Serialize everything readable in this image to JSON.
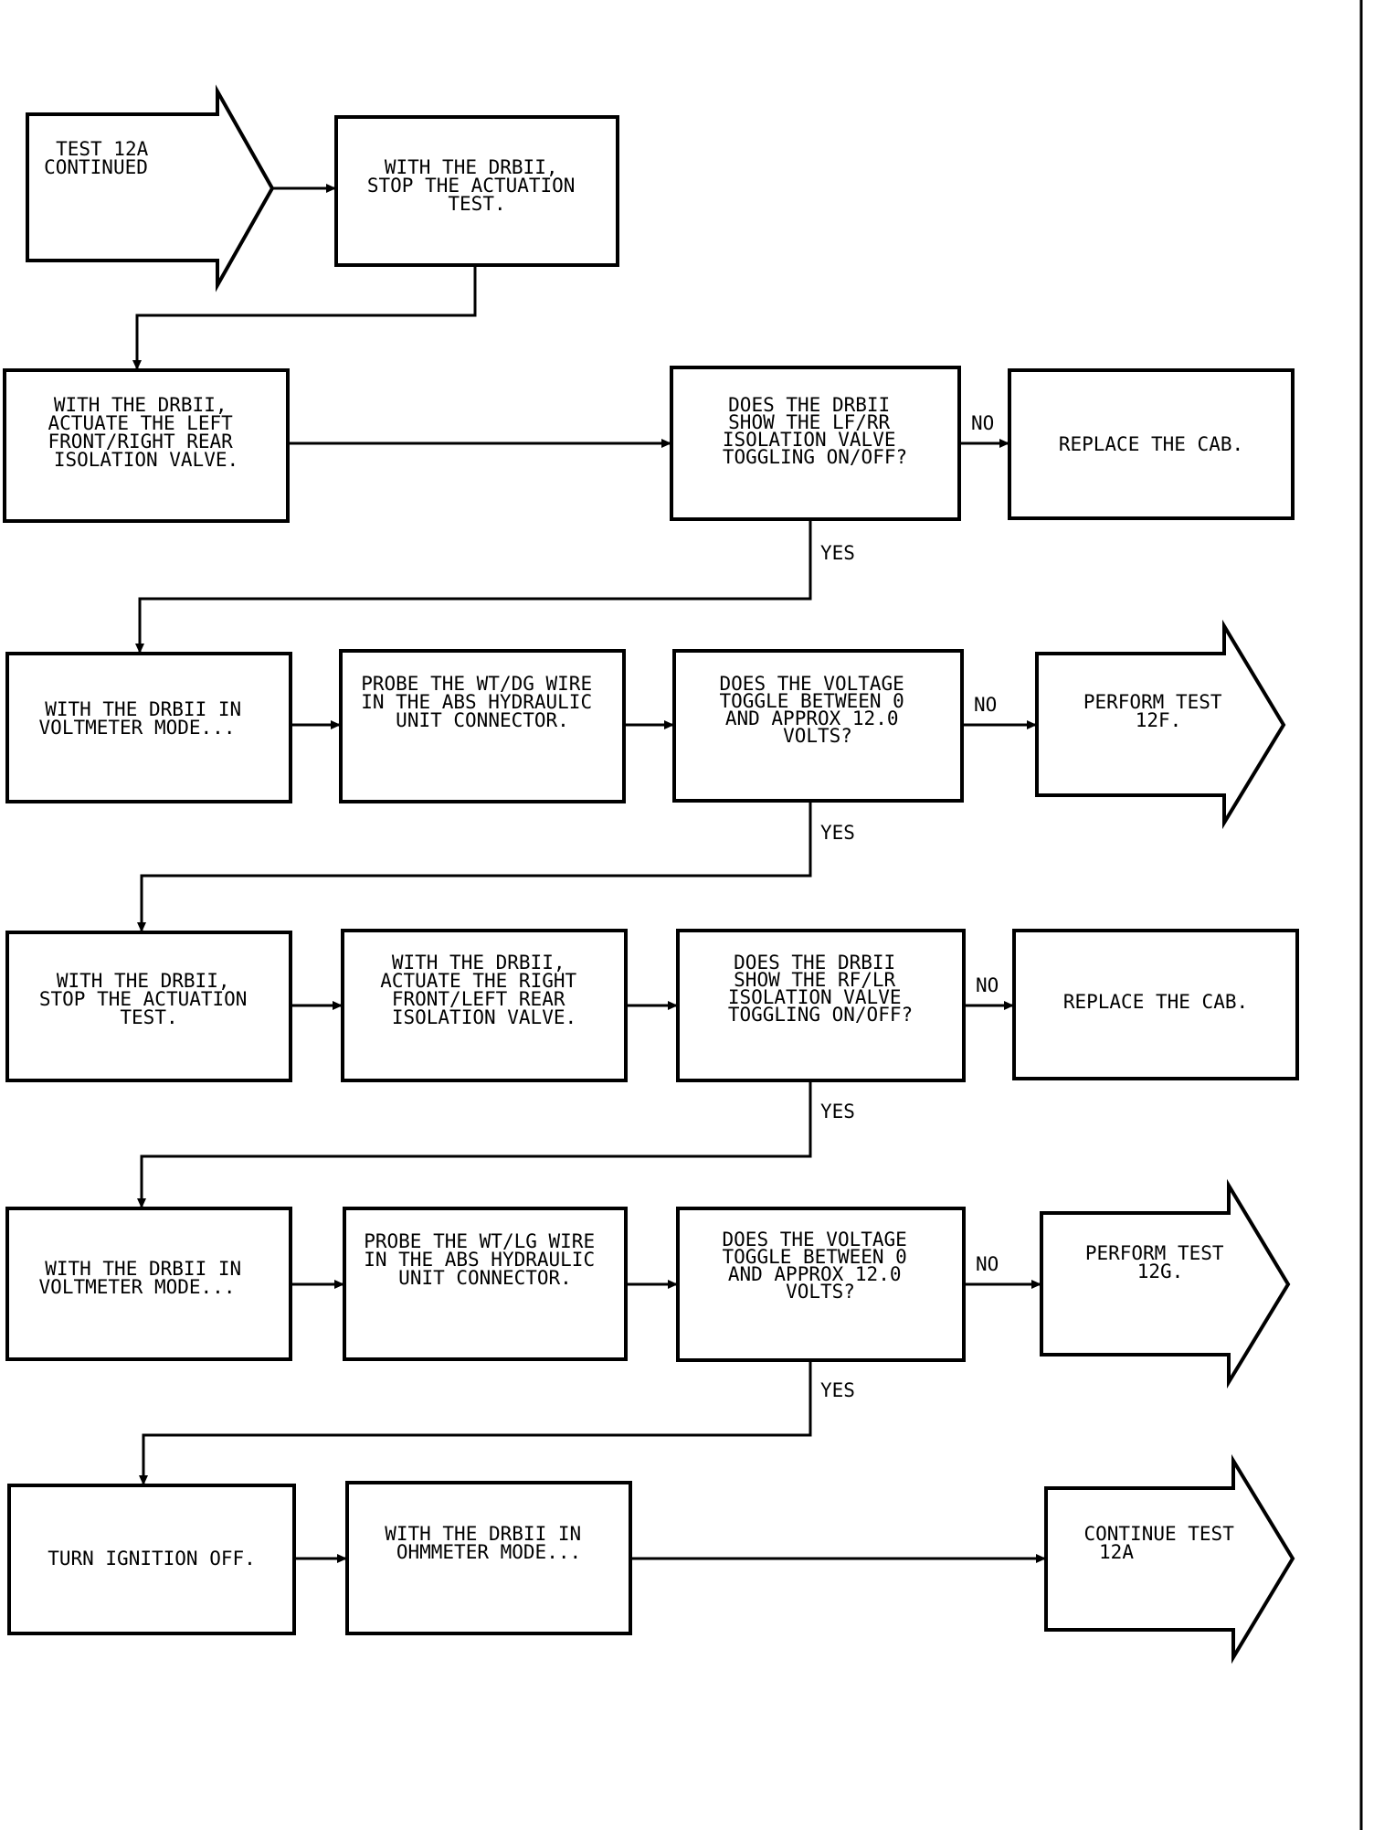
{
  "steps": {
    "start": [
      "TEST 12A",
      "CONTINUED"
    ],
    "r1b": [
      "WITH THE DRBII,",
      "STOP THE ACTUATION",
      "TEST."
    ],
    "r2a": [
      "WITH THE DRBII,",
      "ACTUATE THE LEFT",
      "FRONT/RIGHT REAR",
      "ISOLATION VALVE."
    ],
    "r2b": [
      "DOES THE DRBII",
      "SHOW THE LF/RR",
      "ISOLATION VALVE",
      "TOGGLING ON/OFF?"
    ],
    "r2c": [
      "REPLACE THE CAB."
    ],
    "r3a": [
      "WITH THE DRBII IN",
      "VOLTMETER MODE..."
    ],
    "r3b": [
      "PROBE THE WT/DG WIRE",
      "IN THE ABS HYDRAULIC",
      "UNIT CONNECTOR."
    ],
    "r3c": [
      "DOES THE VOLTAGE",
      "TOGGLE BETWEEN 0",
      "AND APPROX 12.0",
      "VOLTS?"
    ],
    "r3d": [
      "PERFORM TEST",
      "12F."
    ],
    "r4a": [
      "WITH THE DRBII,",
      "STOP THE ACTUATION",
      "TEST."
    ],
    "r4b": [
      "WITH THE DRBII,",
      "ACTUATE THE RIGHT",
      "FRONT/LEFT REAR",
      "ISOLATION VALVE."
    ],
    "r4c": [
      "DOES THE DRBII",
      "SHOW THE RF/LR",
      "ISOLATION VALVE",
      "TOGGLING ON/OFF?"
    ],
    "r4d": [
      "REPLACE THE CAB."
    ],
    "r5a": [
      "WITH THE DRBII IN",
      "VOLTMETER MODE..."
    ],
    "r5b": [
      "PROBE THE WT/LG WIRE",
      "IN THE ABS HYDRAULIC",
      "UNIT CONNECTOR."
    ],
    "r5c": [
      "DOES THE VOLTAGE",
      "TOGGLE BETWEEN 0",
      "AND APPROX 12.0",
      "VOLTS?"
    ],
    "r5d": [
      "PERFORM TEST",
      "12G."
    ],
    "r6a": [
      "TURN IGNITION OFF."
    ],
    "r6b": [
      "WITH THE DRBII IN",
      "OHMMETER MODE..."
    ],
    "r6c": [
      "CONTINUE TEST",
      "12A"
    ]
  },
  "labels": {
    "no": "NO",
    "yes": "YES"
  }
}
